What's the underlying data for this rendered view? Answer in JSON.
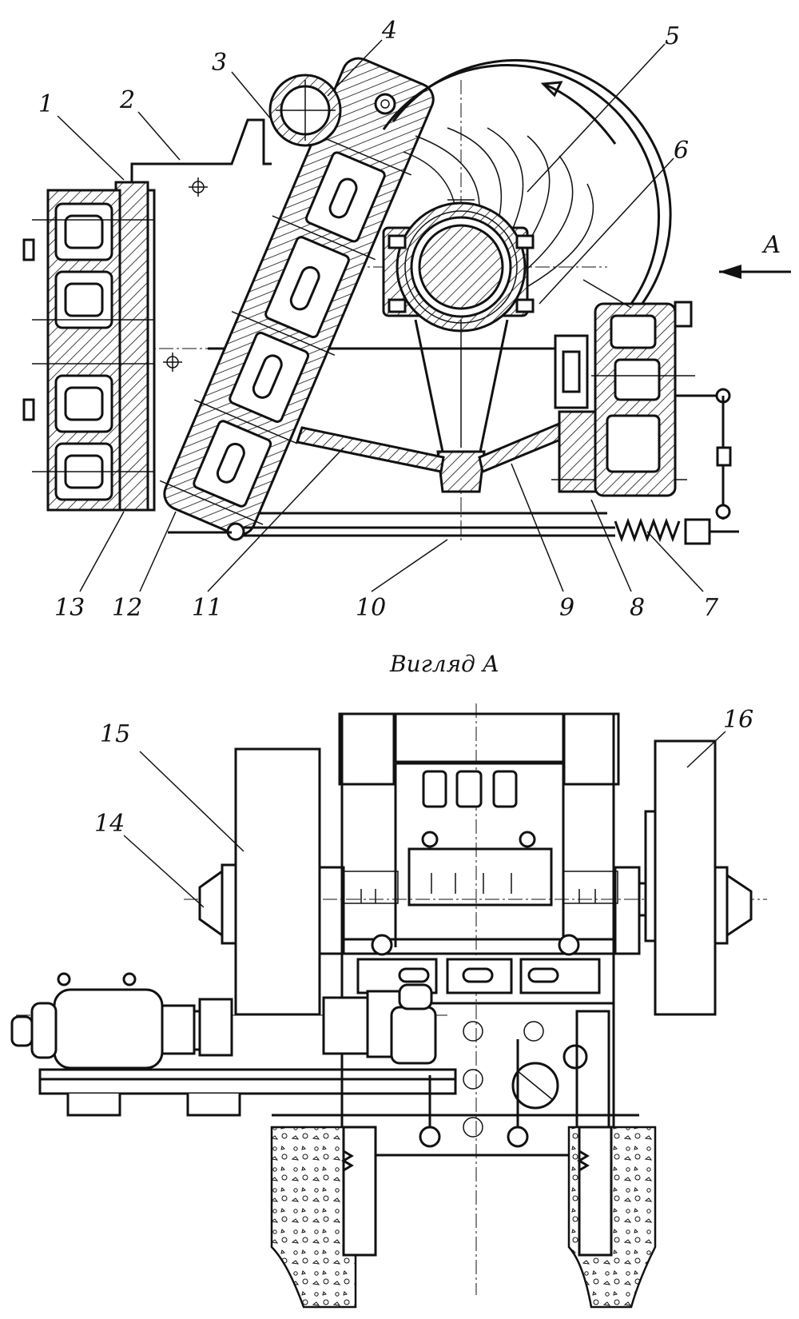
{
  "view_caption": "Вигляд А",
  "arrow_label": "А",
  "labels": [
    "1",
    "2",
    "3",
    "4",
    "5",
    "6",
    "7",
    "8",
    "9",
    "10",
    "11",
    "12",
    "13",
    "14",
    "15",
    "16"
  ]
}
